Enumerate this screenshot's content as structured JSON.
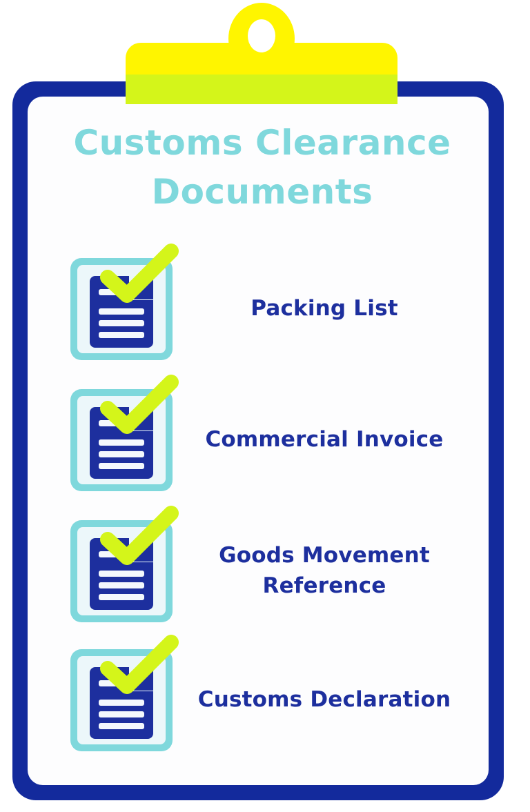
{
  "graphic": {
    "kind": "clipboard-checklist-infographic",
    "title": "Customs Clearance\nDocuments",
    "title_lines": [
      "Customs Clearance",
      "Documents"
    ]
  },
  "colors": {
    "clipboard_border_navy": "#132a9c",
    "clipboard_paper": "#fdfdfe",
    "clip_top_yellow": "#fff500",
    "clip_bottom_chartreuse": "#d4f51a",
    "title_turquoise": "#7fd8dc",
    "label_navy": "#1d2f9e",
    "icon_frame_turquoise": "#7fd8dc",
    "icon_frame_inner": "#ecf7fa",
    "document_navy": "#1d2f9e",
    "document_line_white": "#f4f8fd",
    "check_chartreuse": "#d4f51a",
    "background": "#ffffff"
  },
  "clip": {
    "ring_icon": "clip-ring-icon",
    "body_icon": "clip-body-icon"
  },
  "items": [
    {
      "label": "Packing List",
      "icon": "document-icon",
      "check": "checkmark-icon",
      "checked": true
    },
    {
      "label": "Commercial Invoice",
      "icon": "document-icon",
      "check": "checkmark-icon",
      "checked": true
    },
    {
      "label": "Goods Movement\nReference",
      "icon": "document-icon",
      "check": "checkmark-icon",
      "checked": true
    },
    {
      "label": "Customs Declaration",
      "icon": "document-icon",
      "check": "checkmark-icon",
      "checked": true
    }
  ]
}
